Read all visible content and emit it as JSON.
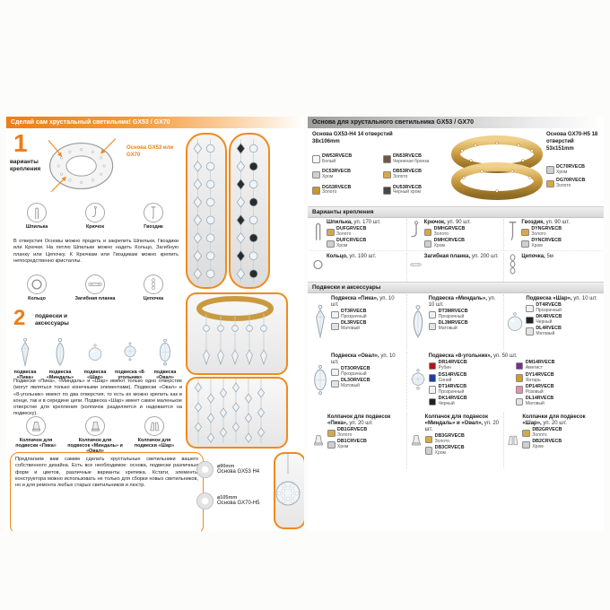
{
  "accent": "#ed7d17",
  "left_panel": {
    "header": "Сделай сам хрустальный светильник! GX53 / GX70",
    "step1": {
      "number": "1",
      "title": "варианты крепления",
      "base_caption": "Основа GX53 или GX70",
      "fasteners": [
        {
          "label": "Шпилька",
          "icon": "pin"
        },
        {
          "label": "Крючок",
          "icon": "hook"
        },
        {
          "label": "Гвоздик",
          "icon": "nail"
        }
      ],
      "paragraph": "В отверстия Основы можно продеть и закрепить Шпильки, Гвоздики или Крючки. На петлю Шпильки можно надеть Кольцо, Загибную планку или Цепочку. К Крючкам или Гвоздикам можно крепить непосредственно кристаллы.",
      "connectors": [
        {
          "label": "Кольцо",
          "icon": "ring"
        },
        {
          "label": "Загибная планка",
          "icon": "strip"
        },
        {
          "label": "Цепочка",
          "icon": "chain"
        }
      ]
    },
    "step2": {
      "number": "2",
      "title": "подвески и аксессуары",
      "pendants": [
        {
          "label": "подвеска «Пика»",
          "icon": "pika"
        },
        {
          "label": "подвеска «Миндаль»",
          "icon": "almond"
        },
        {
          "label": "подвеска «Шар»",
          "icon": "ball"
        },
        {
          "label": "подвеска «8-угольник»",
          "icon": "octagon"
        },
        {
          "label": "подвеска «Овал»",
          "icon": "oval"
        }
      ],
      "paragraph": "Подвески «Пика», «Миндаль» и «Шар» имеют только одно отверстие (могут являться только конечными элементами). Подвески «Овал» и «8-угольник» имеют по два отверстия, то есть их можно крепить как в конце, так и в середине цепи. Подвеска «Шар» имеет самое маленькое отверстие для крепления (колпачок разделяется и надевается на подвеску).",
      "caps": [
        {
          "label": "Колпачок для подвески «Пика»",
          "icon": "cap"
        },
        {
          "label": "Колпачок для подвесок «Миндаль» и «Овал»",
          "icon": "cap"
        },
        {
          "label": "Колпачок для подвески «Шар»",
          "icon": "cap2"
        }
      ]
    },
    "footer": "Предлагаем вам самим сделать хрустальные светильники вашего собственного дизайна. Есть все необходимое: основа, подвески различных форм и цветов, различные варианты крепежа. Кстати, элементы конструктора можно использовать не только для сборки новых светильников, но и для ремонта любых старых светильников и люстр.",
    "base_badges": [
      {
        "diameter": "⌀90mm",
        "label": "Основа GX53 H4"
      },
      {
        "diameter": "⌀105mm",
        "label": "Основа GX70-H5"
      }
    ]
  },
  "right_panel": {
    "header": "Основа для хрустального светильника GX53 / GX70",
    "bases": {
      "gx53": {
        "title": "Основа GX53-H4 14 отверстий",
        "size": "38x106mm",
        "variants": [
          {
            "code": "DW53RVECB",
            "finish": "Белый",
            "swatch": "#f7f7f7"
          },
          {
            "code": "DN53RVECB",
            "finish": "Черненая бронза",
            "swatch": "#6e5a43"
          },
          {
            "code": "DC53RVECB",
            "finish": "Хром",
            "swatch": "#cfcfcf"
          },
          {
            "code": "DB53RVECB",
            "finish": "Золото",
            "swatch": "#d8a848"
          },
          {
            "code": "DG53RVECB",
            "finish": "Золото",
            "swatch": "#c9972f"
          },
          {
            "code": "DU53RVECB",
            "finish": "Черный хром",
            "swatch": "#474747"
          }
        ]
      },
      "gx70": {
        "title": "Основа GX70-H5 18 отверстий",
        "size": "53x151mm",
        "variants": [
          {
            "code": "DC70RVECB",
            "finish": "Хром",
            "swatch": "#cfcfcf"
          },
          {
            "code": "DG70RVECB",
            "finish": "Золото",
            "swatch": "#d8a848"
          }
        ]
      }
    },
    "mounting_section_title": "Варианты крепления",
    "mounting_items": [
      {
        "name": "Шпилька,",
        "qty": "уп. 170 шт.",
        "icon": "pin",
        "codes": [
          {
            "code": "DUFGRVECB",
            "finish": "Золото",
            "swatch": "#d8a848"
          },
          {
            "code": "DUFCRVECB",
            "finish": "Хром",
            "swatch": "#cfcfcf"
          }
        ]
      },
      {
        "name": "Крючок,",
        "qty": "уп. 90 шт.",
        "icon": "hook",
        "codes": [
          {
            "code": "DMHGRVECB",
            "finish": "Золото",
            "swatch": "#d8a848"
          },
          {
            "code": "DMHCRVECB",
            "finish": "Хром",
            "swatch": "#cfcfcf"
          }
        ]
      },
      {
        "name": "Гвоздик,",
        "qty": "уп. 90 шт.",
        "icon": "nail",
        "codes": [
          {
            "code": "DYNGRVECB",
            "finish": "Золото",
            "swatch": "#d8a848"
          },
          {
            "code": "DYNCRVECB",
            "finish": "Хром",
            "swatch": "#cfcfcf"
          }
        ]
      },
      {
        "name": "Кольцо,",
        "qty": "уп. 190 шт.",
        "icon": "ring",
        "codes": []
      },
      {
        "name": "Загибная планка,",
        "qty": "уп. 200 шт.",
        "icon": "strip",
        "codes": []
      },
      {
        "name": "Цепочка,",
        "qty": "5м",
        "icon": "chain",
        "codes": []
      }
    ],
    "pendants_section_title": "Подвески и аксессуары",
    "pendants": [
      {
        "name": "Подвеска «Пика»,",
        "qty": "уп. 10 шт.",
        "icon": "pika",
        "wide": false,
        "codes": [
          {
            "code": "DT3RVECB",
            "finish": "Прозрачный",
            "swatch": "#edf4f9"
          },
          {
            "code": "DL3RVECB",
            "finish": "Матовый",
            "swatch": "#e4e4e4"
          }
        ]
      },
      {
        "name": "Подвеска «Миндаль»,",
        "qty": "уп. 10 шт.",
        "icon": "almond",
        "wide": false,
        "codes": [
          {
            "code": "DT3MRVECB",
            "finish": "Прозрачный",
            "swatch": "#edf4f9"
          },
          {
            "code": "DL3MRVECB",
            "finish": "Матовый",
            "swatch": "#e4e4e4"
          }
        ]
      },
      {
        "name": "Подвеска «Шар»,",
        "qty": "уп. 10 шт.",
        "icon": "ball",
        "wide": false,
        "codes": [
          {
            "code": "DT4RVECB",
            "finish": "Прозрачный",
            "swatch": "#edf4f9"
          },
          {
            "code": "DK4RVECB",
            "finish": "Черный",
            "swatch": "#222222"
          },
          {
            "code": "DL4RVECB",
            "finish": "Матовый",
            "swatch": "#e4e4e4"
          }
        ]
      },
      {
        "name": "Подвеска «Овал»,",
        "qty": "уп. 10 шт.",
        "icon": "oval",
        "wide": false,
        "codes": [
          {
            "code": "DT3ORVECB",
            "finish": "Прозрачный",
            "swatch": "#edf4f9"
          },
          {
            "code": "DL3ORVECB",
            "finish": "Матовый",
            "swatch": "#e4e4e4"
          }
        ]
      },
      {
        "name": "Подвеска «8-угольник»,",
        "qty": "уп. 50 шт.",
        "icon": "octagon",
        "wide": true,
        "codes": [
          {
            "code": "DR14RVECB",
            "finish": "Рубин",
            "swatch": "#b5121b"
          },
          {
            "code": "DM14RVECB",
            "finish": "Аметист",
            "swatch": "#7c2e8c"
          },
          {
            "code": "DS14RVECB",
            "finish": "Синий",
            "swatch": "#1c3f9e"
          },
          {
            "code": "DY14RVECB",
            "finish": "Янтарь",
            "swatch": "#d89b1c"
          },
          {
            "code": "DT14RVECB",
            "finish": "Прозрачный",
            "swatch": "#edf4f9"
          },
          {
            "code": "DP14RVECB",
            "finish": "Розовый",
            "swatch": "#e48fb5"
          },
          {
            "code": "DK14RVECB",
            "finish": "Черный",
            "swatch": "#222222"
          },
          {
            "code": "DL14RVECB",
            "finish": "Матовый",
            "swatch": "#e4e4e4"
          }
        ]
      }
    ],
    "caps": [
      {
        "name": "Колпачок для подвесок «Пика»,",
        "qty": "уп. 20 шт.",
        "icon": "cap",
        "codes": [
          {
            "code": "DB1GRVECB",
            "finish": "Золото",
            "swatch": "#d8a848"
          },
          {
            "code": "DB1CRVECB",
            "finish": "Хром",
            "swatch": "#cfcfcf"
          }
        ]
      },
      {
        "name": "Колпачок для подвесок «Миндаль» и «Овал»,",
        "qty": "уп. 20 шт.",
        "icon": "cap",
        "codes": [
          {
            "code": "DB3GRVECB",
            "finish": "Золото",
            "swatch": "#d8a848"
          },
          {
            "code": "DB3CRVECB",
            "finish": "Хром",
            "swatch": "#cfcfcf"
          }
        ]
      },
      {
        "name": "Колпачки для подвесок «Шар»,",
        "qty": "уп. 20 шт.",
        "icon": "cap2",
        "codes": [
          {
            "code": "DB2GRVECB",
            "finish": "Золото",
            "swatch": "#d8a848"
          },
          {
            "code": "DB2CRVECB",
            "finish": "Хром",
            "swatch": "#cfcfcf"
          }
        ]
      }
    ]
  }
}
